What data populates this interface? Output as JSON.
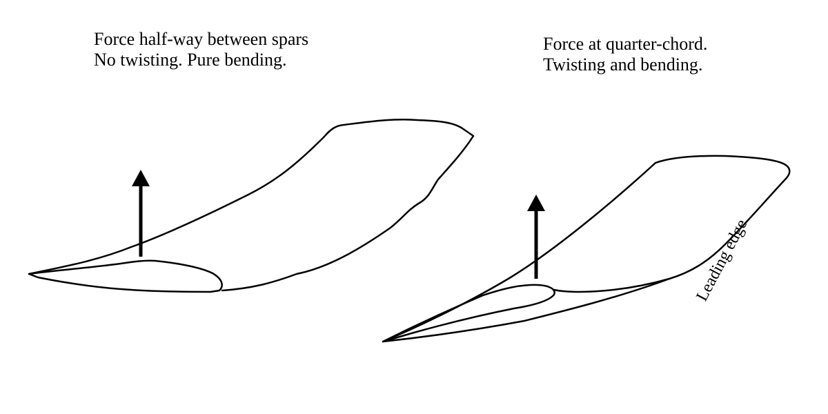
{
  "left_panel": {
    "caption_line1": "Force half-way between spars",
    "caption_line2": "No twisting. Pure bending."
  },
  "right_panel": {
    "caption_line1": "Force at quarter-chord.",
    "caption_line2": "Twisting and bending.",
    "edge_label": "Leading edge"
  }
}
